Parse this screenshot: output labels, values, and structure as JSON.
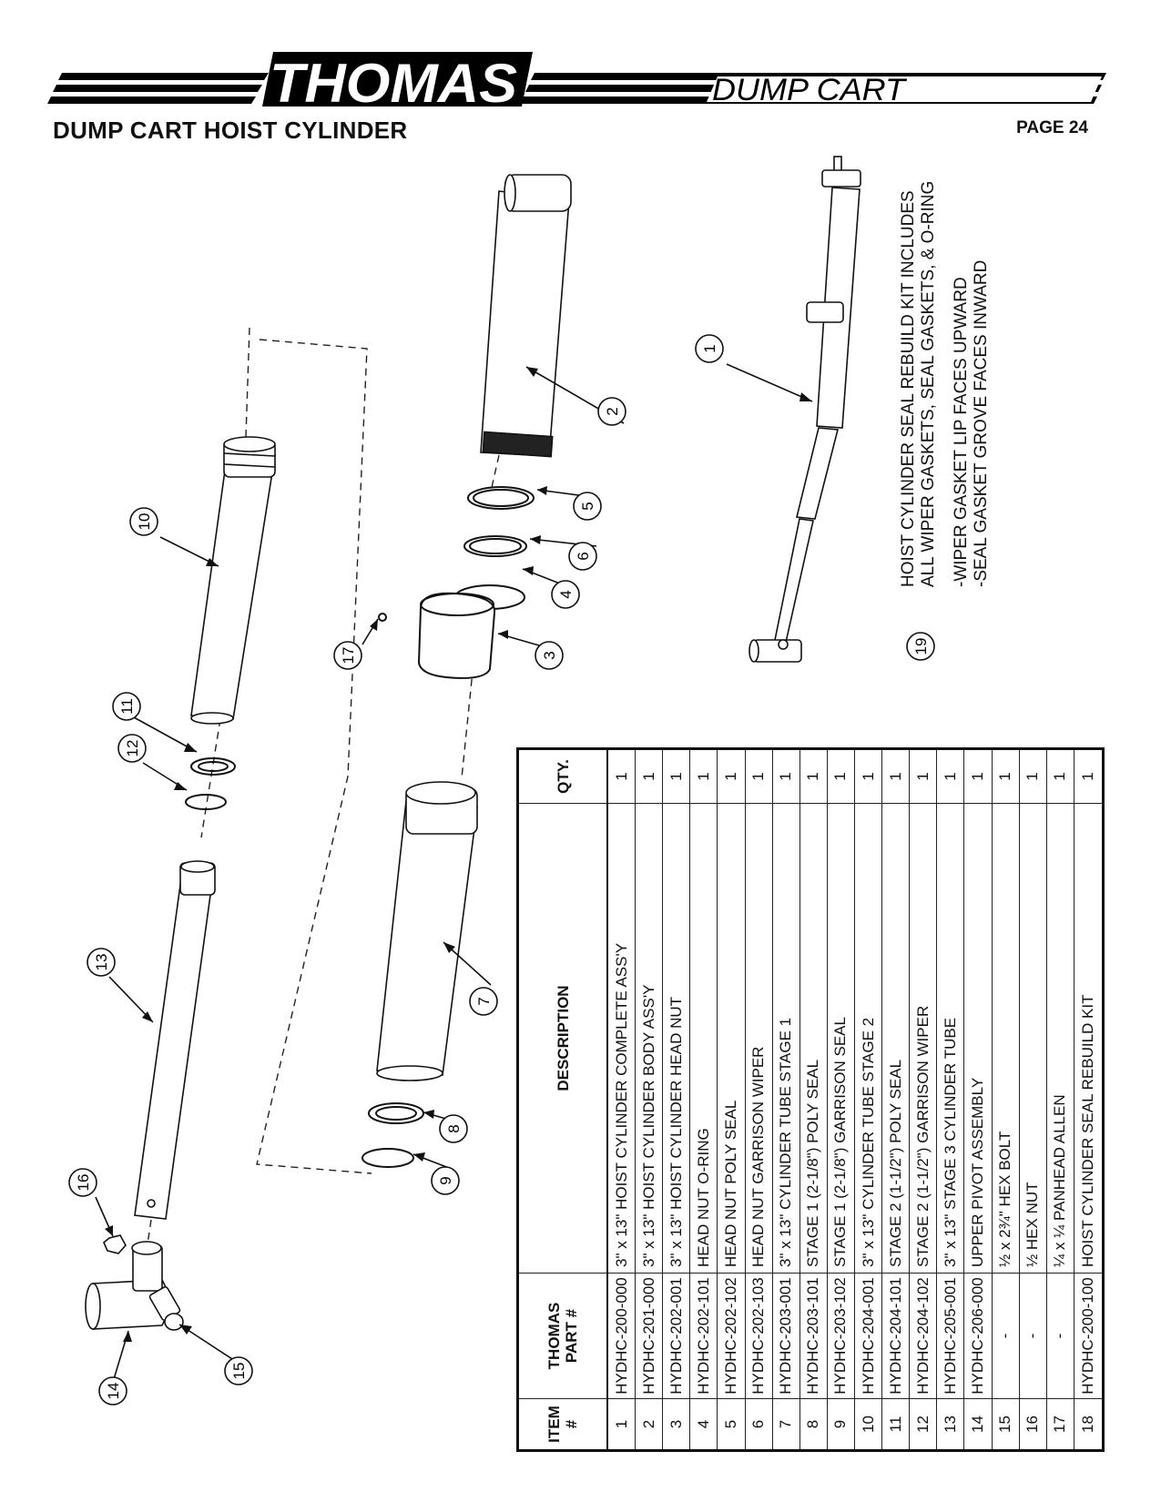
{
  "brand": {
    "name": "THOMAS",
    "product_line": "DUMP CART"
  },
  "page": {
    "title": "DUMP CART HOIST CYLINDER",
    "number": "PAGE 24"
  },
  "callouts": [
    "1",
    "2",
    "3",
    "4",
    "5",
    "6",
    "7",
    "8",
    "9",
    "10",
    "11",
    "12",
    "13",
    "14",
    "15",
    "16",
    "17",
    "19"
  ],
  "notes": {
    "rebuild_kit_line1": "HOIST CYLINDER SEAL REBUILD KIT INCLUDES",
    "rebuild_kit_line2": "ALL WIPER GASKETS, SEAL GASKETS, & O-RING",
    "gasket_line1": "-WIPER GASKET LIP FACES UPWARD",
    "gasket_line2": "-SEAL GASKET GROVE FACES INWARD"
  },
  "parts_table": {
    "headers": {
      "item": [
        "ITEM",
        "#"
      ],
      "part": [
        "THOMAS",
        "PART #"
      ],
      "description": "DESCRIPTION",
      "qty": "QTY."
    },
    "rows": [
      {
        "item": "1",
        "part": "HYDHC-200-000",
        "description": "3\" x 13\" HOIST CYLINDER COMPLETE ASS'Y",
        "qty": "1"
      },
      {
        "item": "2",
        "part": "HYDHC-201-000",
        "description": "3\" x 13\" HOIST CYLINDER BODY ASS'Y",
        "qty": "1"
      },
      {
        "item": "3",
        "part": "HYDHC-202-001",
        "description": "3\" x 13\" HOIST CYLINDER HEAD NUT",
        "qty": "1"
      },
      {
        "item": "4",
        "part": "HYDHC-202-101",
        "description": "HEAD NUT O-RING",
        "qty": "1"
      },
      {
        "item": "5",
        "part": "HYDHC-202-102",
        "description": "HEAD NUT POLY SEAL",
        "qty": "1"
      },
      {
        "item": "6",
        "part": "HYDHC-202-103",
        "description": "HEAD NUT GARRISON WIPER",
        "qty": "1"
      },
      {
        "item": "7",
        "part": "HYDHC-203-001",
        "description": "3\" x 13\" CYLINDER TUBE STAGE 1",
        "qty": "1"
      },
      {
        "item": "8",
        "part": "HYDHC-203-101",
        "description": "STAGE 1 (2-1/8\") POLY SEAL",
        "qty": "1"
      },
      {
        "item": "9",
        "part": "HYDHC-203-102",
        "description": "STAGE 1 (2-1/8\") GARRISON SEAL",
        "qty": "1"
      },
      {
        "item": "10",
        "part": "HYDHC-204-001",
        "description": "3\" x 13\" CYLINDER TUBE STAGE 2",
        "qty": "1"
      },
      {
        "item": "11",
        "part": "HYDHC-204-101",
        "description": "STAGE 2 (1-1/2\") POLY SEAL",
        "qty": "1"
      },
      {
        "item": "12",
        "part": "HYDHC-204-102",
        "description": "STAGE 2 (1-1/2\") GARRISON WIPER",
        "qty": "1"
      },
      {
        "item": "13",
        "part": "HYDHC-205-001",
        "description": "3\" x 13\" STAGE 3 CYLINDER TUBE",
        "qty": "1"
      },
      {
        "item": "14",
        "part": "HYDHC-206-000",
        "description": "UPPER PIVOT ASSEMBLY",
        "qty": "1"
      },
      {
        "item": "15",
        "part": "-",
        "description": "½ x 2¾\" HEX BOLT",
        "qty": "1"
      },
      {
        "item": "16",
        "part": "-",
        "description": "½ HEX NUT",
        "qty": "1"
      },
      {
        "item": "17",
        "part": "-",
        "description": "¼ x ¼ PANHEAD ALLEN",
        "qty": "1"
      },
      {
        "item": "18",
        "part": "HYDHC-200-100",
        "description": "HOIST CYLINDER SEAL REBUILD KIT",
        "qty": "1"
      }
    ]
  }
}
